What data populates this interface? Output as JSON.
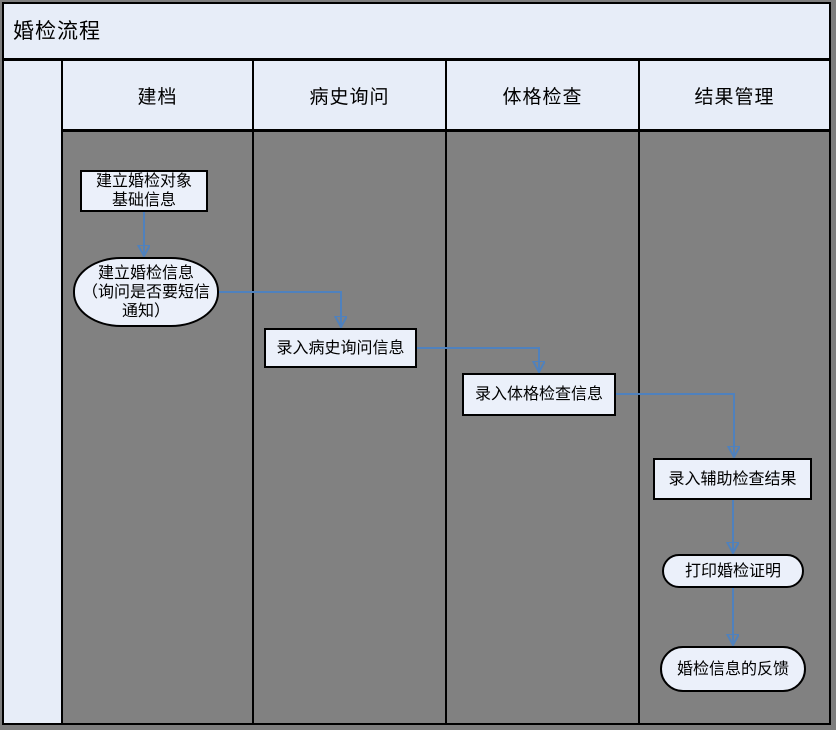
{
  "title": "婚检流程",
  "lanes": [
    {
      "id": "filing",
      "label": "建档"
    },
    {
      "id": "history-inquiry",
      "label": "病史询问"
    },
    {
      "id": "physical-exam",
      "label": "体格检查"
    },
    {
      "id": "result-management",
      "label": "结果管理"
    }
  ],
  "nodes": [
    {
      "shape": "rectangle",
      "lane": "建档",
      "text": "建立婚检对象\n基础信息"
    },
    {
      "shape": "ellipse",
      "lane": "建档",
      "text": "建立婚检信息\n（询问是否要短信\n通知）"
    },
    {
      "shape": "rectangle",
      "lane": "病史询问",
      "text": "录入病史询问信息"
    },
    {
      "shape": "rectangle",
      "lane": "体格检查",
      "text": "录入体格检查信息"
    },
    {
      "shape": "rectangle",
      "lane": "结果管理",
      "text": "录入辅助检查结果"
    },
    {
      "shape": "rounded",
      "lane": "结果管理",
      "text": "打印婚检证明"
    },
    {
      "shape": "rounded",
      "lane": "结果管理",
      "text": "婚检信息的反馈"
    }
  ],
  "colors": {
    "arrow": "#4f81bd",
    "panel_background": "#e7edf8",
    "lane_body": "#818181",
    "shape_fill": "#ebf0fa",
    "border": "#000000"
  }
}
